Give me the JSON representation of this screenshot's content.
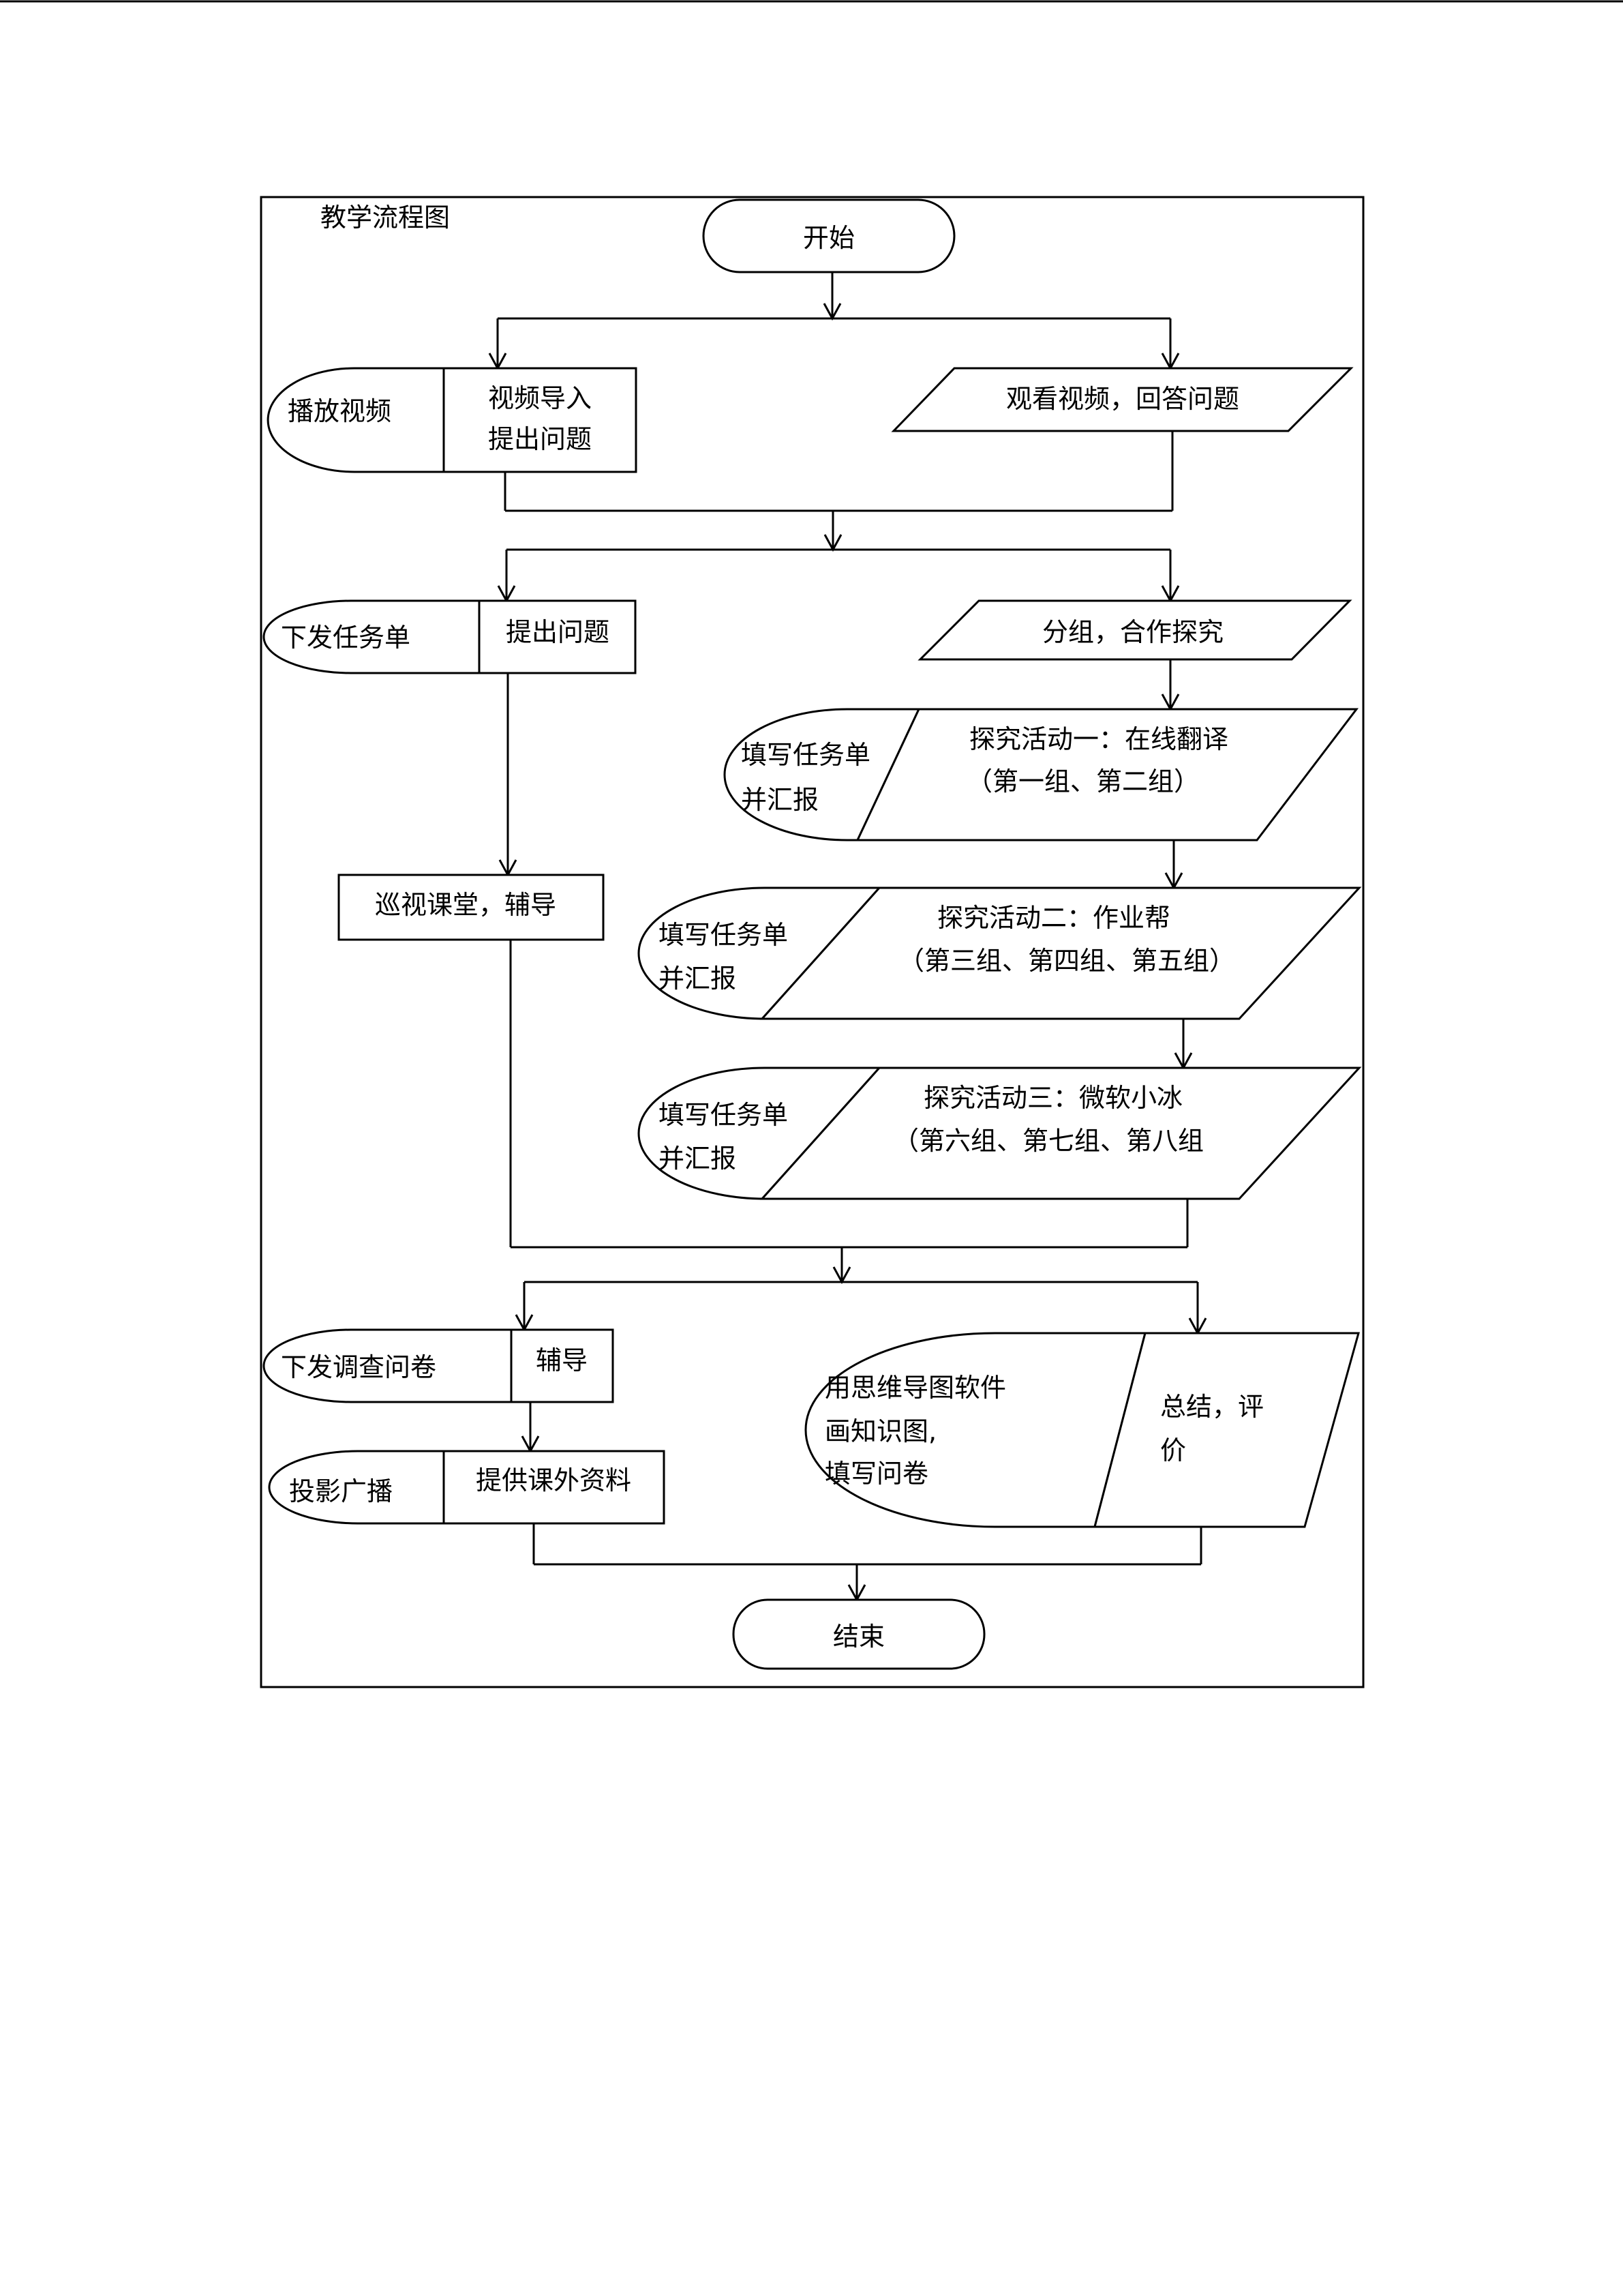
{
  "diagram": {
    "title": "教学流程图",
    "start": "开始",
    "end": "结束",
    "row1": {
      "teacher_left": "播放视频",
      "teacher_box": [
        "视频导入",
        "提出问题"
      ],
      "student": "观看视频，回答问题"
    },
    "row2": {
      "teacher_left": "下发任务单",
      "teacher_box": "提出问题",
      "student": "分组，合作探究"
    },
    "teacher_tour": "巡视课堂，辅导",
    "activities": [
      {
        "left": [
          "填写任务单",
          "并汇报"
        ],
        "right": [
          "探究活动一：在线翻译",
          "（第一组、第二组）"
        ]
      },
      {
        "left": [
          "填写任务单",
          "并汇报"
        ],
        "right": [
          "探究活动二：作业帮",
          "（第三组、第四组、第五组）"
        ]
      },
      {
        "left": [
          "填写任务单",
          "并汇报"
        ],
        "right": [
          "探究活动三：微软小冰",
          "（第六组、第七组、第八组"
        ]
      }
    ],
    "row5": {
      "teacher_left": "下发调查问卷",
      "teacher_box": "辅导",
      "student_left": [
        "用思维导图软件",
        "画知识图,",
        "填写问卷"
      ],
      "student_right": [
        "总结，评",
        "价"
      ]
    },
    "row6": {
      "teacher_left": "投影广播",
      "teacher_box": "提供课外资料"
    }
  }
}
